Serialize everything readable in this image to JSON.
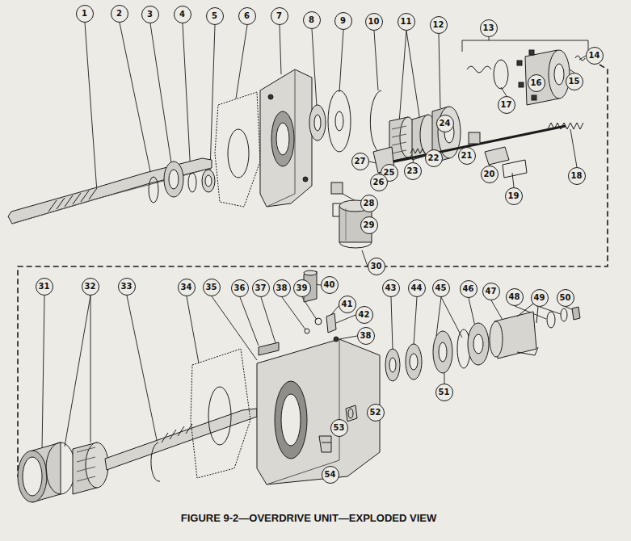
{
  "diagram": {
    "caption": "FIGURE 9-2—OVERDRIVE UNIT—EXPLODED VIEW",
    "labels": [
      "1",
      "2",
      "3",
      "4",
      "5",
      "6",
      "7",
      "8",
      "9",
      "10",
      "11",
      "12",
      "13",
      "14",
      "15",
      "16",
      "17",
      "18",
      "19",
      "20",
      "21",
      "22",
      "23",
      "24",
      "25",
      "26",
      "27",
      "28",
      "29",
      "30",
      "31",
      "32",
      "33",
      "34",
      "35",
      "36",
      "37",
      "38",
      "39",
      "40",
      "41",
      "42",
      "38",
      "43",
      "44",
      "45",
      "46",
      "47",
      "48",
      "49",
      "50",
      "51",
      "52",
      "53",
      "54"
    ]
  }
}
